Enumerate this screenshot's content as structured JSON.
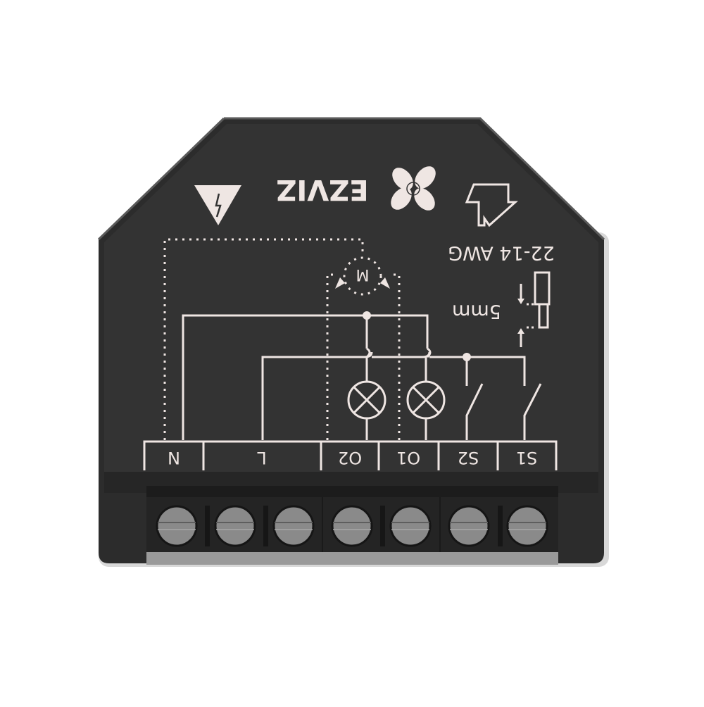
{
  "product": {
    "brand": "EZVIZ",
    "brand_printed_mirrored": "ZIAZƎ",
    "wire_gauge": "22-14 AWG",
    "strip_length": "5mm",
    "motor_label": "M",
    "warning_icon": "high-voltage-warning-icon",
    "logo_icon": "ezviz-fan-logo-icon",
    "insert_direction_icon": "insert-arrow-icon"
  },
  "terminals": {
    "labels": [
      "N",
      "L",
      "O2",
      "O1",
      "S2",
      "S1"
    ],
    "screw_count": 7
  },
  "colors": {
    "housing": "#2f2f2f",
    "housing_edge": "#4a4a4a",
    "print": "#efe6e3",
    "terminal_block": "#1f1f1f",
    "screw": "#8a8a8a",
    "bottom_strip": "#9a9a9a"
  }
}
